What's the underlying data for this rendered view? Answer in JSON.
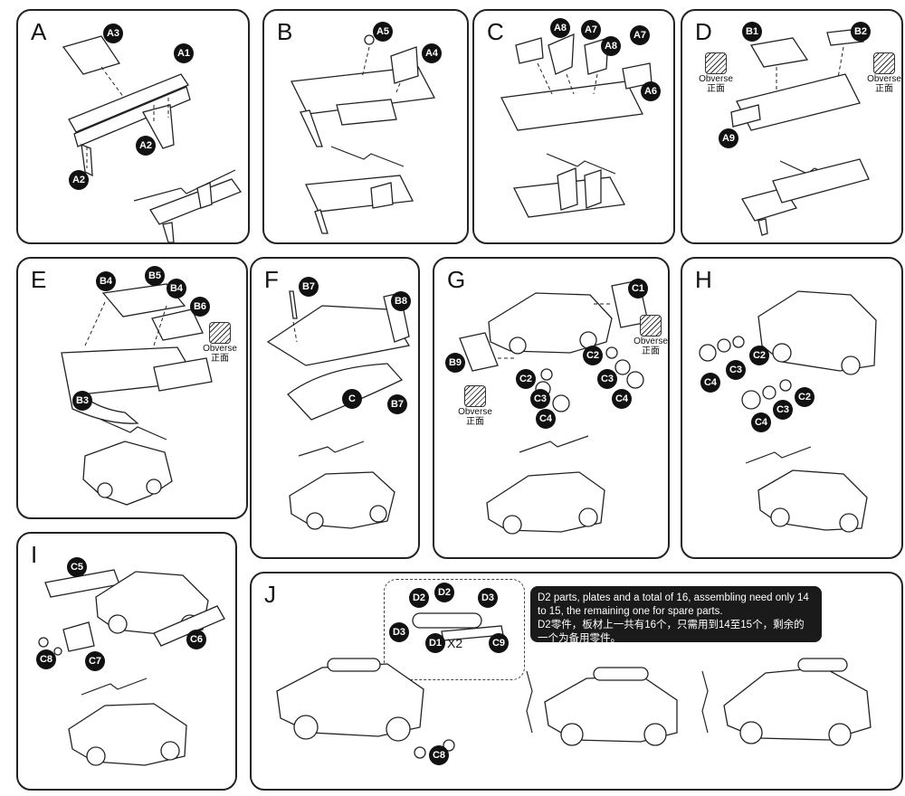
{
  "obverse": {
    "en": "Obverse",
    "cn": "正面"
  },
  "panels": {
    "A": {
      "letter": "A",
      "badges": [
        "A3",
        "A1",
        "A2",
        "A2"
      ]
    },
    "B": {
      "letter": "B",
      "badges": [
        "A5",
        "A4"
      ]
    },
    "C": {
      "letter": "C",
      "badges": [
        "A8",
        "A7",
        "A8",
        "A7",
        "A6"
      ]
    },
    "D": {
      "letter": "D",
      "badges": [
        "B1",
        "B2",
        "A9"
      ]
    },
    "E": {
      "letter": "E",
      "badges": [
        "B4",
        "B5",
        "B4",
        "B6",
        "B3"
      ]
    },
    "F": {
      "letter": "F",
      "badges": [
        "B7",
        "B8",
        "C",
        "B7"
      ]
    },
    "G": {
      "letter": "G",
      "badges": [
        "C1",
        "B9",
        "C2",
        "C3",
        "C2",
        "C3",
        "C4",
        "C4"
      ]
    },
    "H": {
      "letter": "H",
      "badges": [
        "C2",
        "C4",
        "C3",
        "C4",
        "C3",
        "C2"
      ]
    },
    "I": {
      "letter": "I",
      "badges": [
        "C5",
        "C6",
        "C8",
        "C7"
      ]
    },
    "J": {
      "letter": "J",
      "badges": [
        "D2",
        "D2",
        "D3",
        "D3",
        "D1",
        "C9",
        "C8"
      ],
      "d1_suffix": "X2",
      "note_en": "D2 parts, plates and a total of 16, assembling need only 14 to 15, the remaining one for spare parts.",
      "note_cn": "D2零件，板材上一共有16个，只需用到14至15个，剩余的一个为备用零件。"
    }
  }
}
